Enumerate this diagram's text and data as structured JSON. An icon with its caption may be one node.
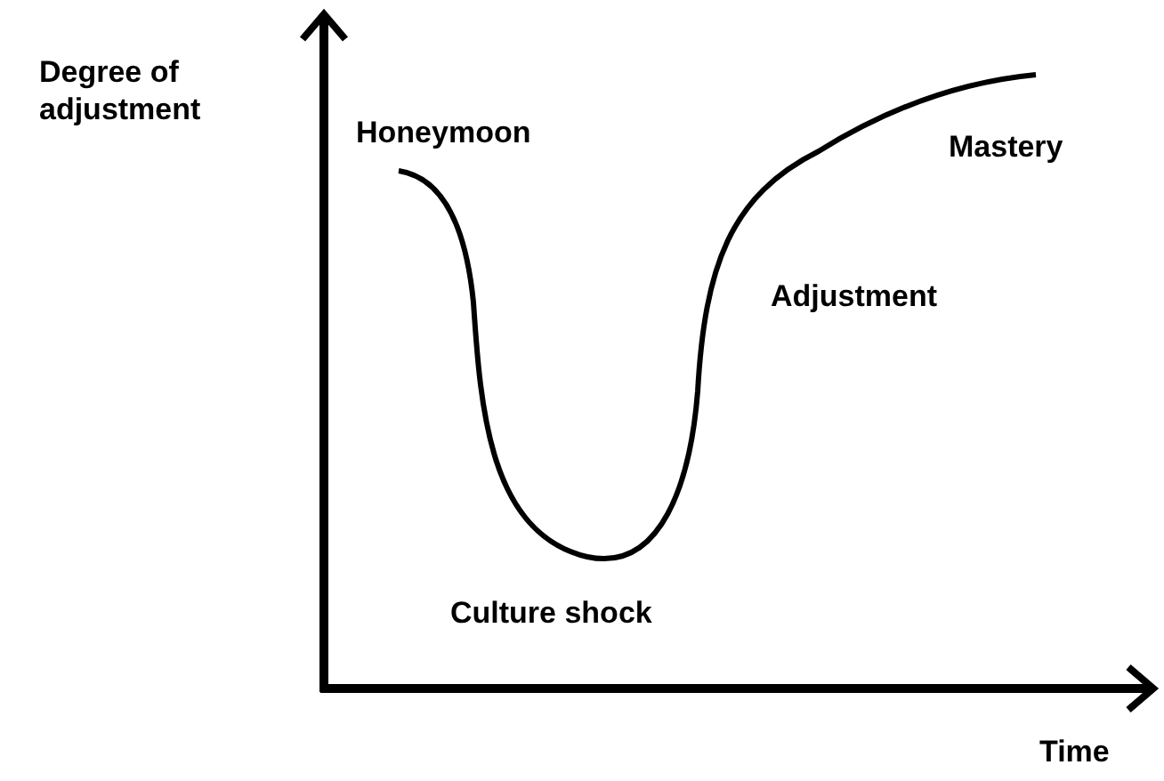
{
  "diagram": {
    "labels": [
      "Degree of adjustment",
      "Honeymoon",
      "Mastery",
      "Adjustment",
      "Culture shock",
      "Time"
    ]
  }
}
